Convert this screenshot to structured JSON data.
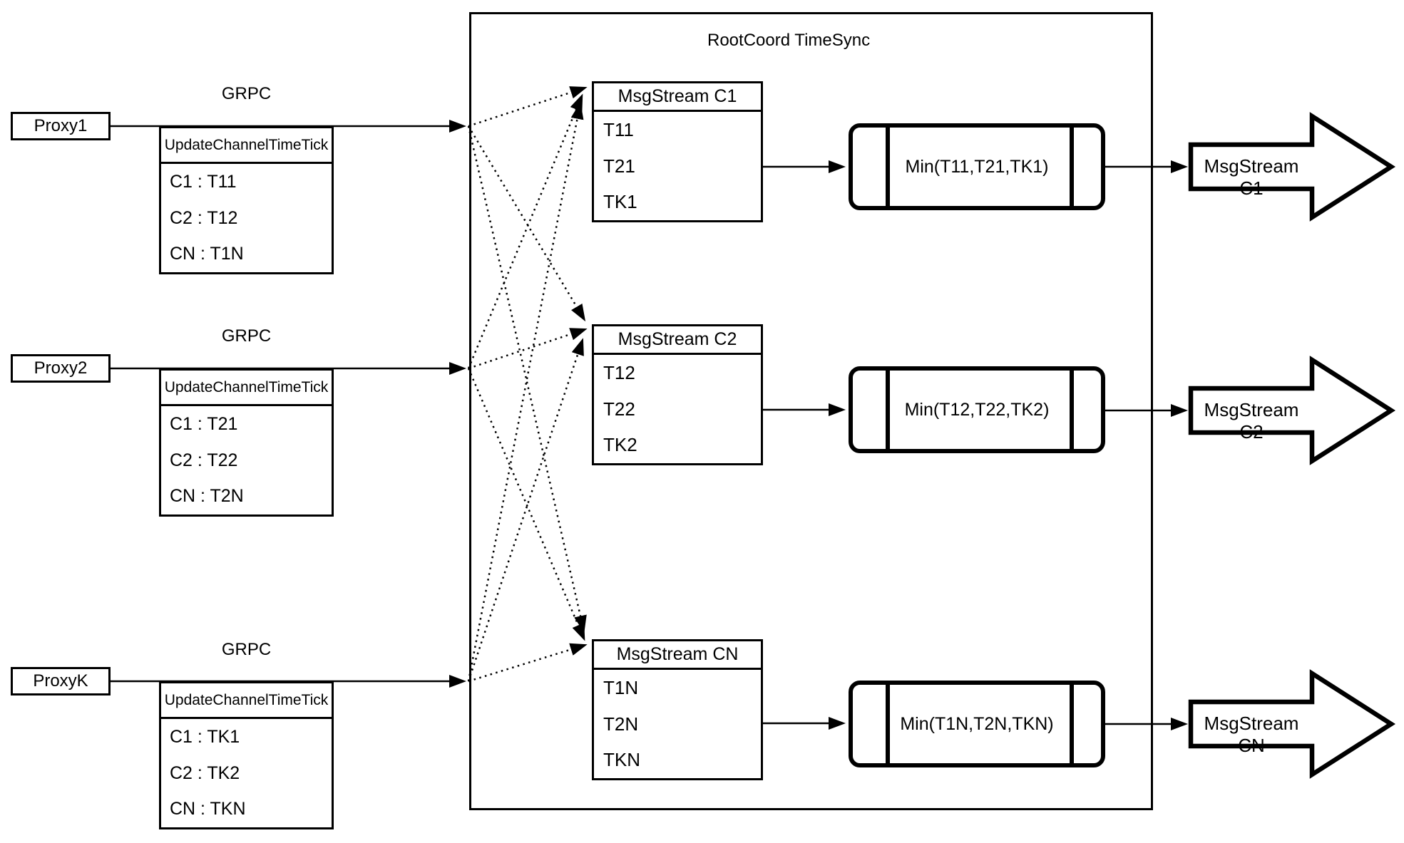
{
  "colors": {
    "background": "#ffffff",
    "stroke": "#000000"
  },
  "diagram": {
    "title": "RootCoord TimeSync"
  },
  "proxies": [
    {
      "label": "Proxy1",
      "protocol": "GRPC",
      "message": {
        "title": "UpdateChannelTimeTick",
        "rows": [
          "C1 :  T11",
          "C2 :  T12",
          "CN : T1N"
        ]
      }
    },
    {
      "label": "Proxy2",
      "protocol": "GRPC",
      "message": {
        "title": "UpdateChannelTimeTick",
        "rows": [
          "C1 :  T21",
          "C2 :  T22",
          "CN : T2N"
        ]
      }
    },
    {
      "label": "ProxyK",
      "protocol": "GRPC",
      "message": {
        "title": "UpdateChannelTimeTick",
        "rows": [
          "C1 :  TK1",
          "C2 :  TK2",
          "CN : TKN"
        ]
      }
    }
  ],
  "streams": [
    {
      "title": "MsgStream C1",
      "values": [
        "T11",
        "T21",
        "TK1"
      ],
      "min_label": "Min(T11,T21,TK1)",
      "output_label": "MsgStream C1"
    },
    {
      "title": "MsgStream C2",
      "values": [
        "T12",
        "T22",
        "TK2"
      ],
      "min_label": "Min(T12,T22,TK2)",
      "output_label": "MsgStream C2"
    },
    {
      "title": "MsgStream CN",
      "values": [
        "T1N",
        "T2N",
        "TKN"
      ],
      "min_label": "Min(T1N,T2N,TKN)",
      "output_label": "MsgStream CN"
    }
  ]
}
